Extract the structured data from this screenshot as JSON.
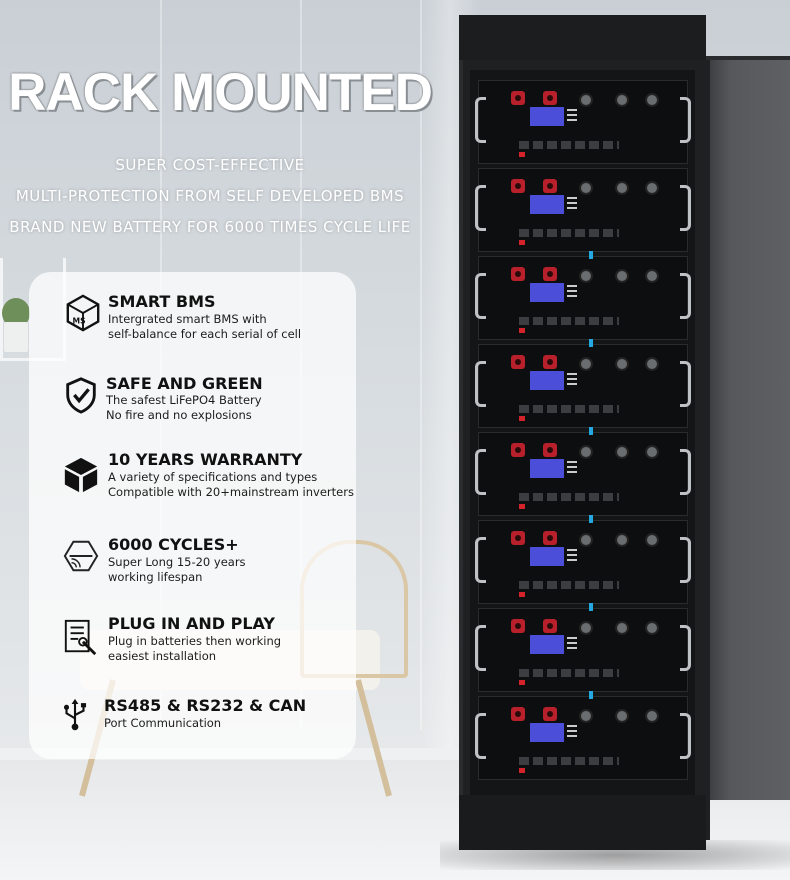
{
  "headline": "RACK MOUNTED",
  "taglines": [
    "SUPER COST-EFFECTIVE",
    "MULTI-PROTECTION FROM SELF DEVELOPED BMS",
    "BRAND NEW BATTERY FOR 6000 TIMES CYCLE LIFE"
  ],
  "features": [
    {
      "title": "SMART BMS",
      "lines": [
        "Intergrated smart BMS with",
        "self-balance for each serial of cell"
      ],
      "icon": "bms-cube-icon",
      "icon_text": "MS"
    },
    {
      "title": "SAFE AND GREEN",
      "lines": [
        "The safest LiFePO4 Battery",
        "No fire and no explosions"
      ],
      "icon": "shield-check-icon"
    },
    {
      "title": "10 YEARS WARRANTY",
      "lines": [
        "A variety of specifications and types",
        "Compatible with 20+mainstream inverters"
      ],
      "icon": "box-icon"
    },
    {
      "title": "6000 CYCLES+",
      "lines": [
        "Super Long 15-20 years",
        "working lifespan"
      ],
      "icon": "hexagon-signal-icon"
    },
    {
      "title": "PLUG IN AND PLAY",
      "lines": [
        "Plug in batteries then working",
        "easiest installation"
      ],
      "icon": "document-wrench-icon"
    },
    {
      "title": "RS485 & RS232 & CAN",
      "lines": [
        "Port Communication"
      ],
      "icon": "usb-icon"
    }
  ],
  "rack": {
    "module_count": 8,
    "terminal_color": "#b8212b",
    "display_color": "#4a4ed8"
  }
}
